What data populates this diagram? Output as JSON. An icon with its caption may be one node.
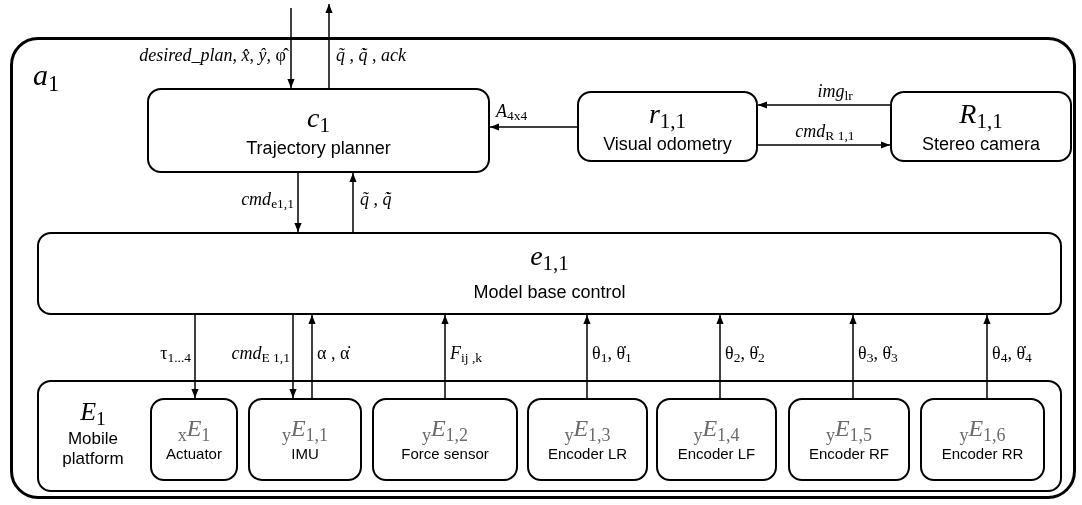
{
  "diagram": {
    "nodes": [
      {
        "text": [
          "*a*$_{1}$"
        ]
      },
      {
        "text": [
          "*c*$_{1}$",
          "Trajectory planner"
        ],
        "in": 0
      },
      {
        "text": [
          "*r*$_{1,1}$",
          "Visual odometry"
        ],
        "in": 0
      },
      {
        "text": [
          "*R*$_{1,1}$",
          "Stereo camera"
        ],
        "in": 0
      },
      {
        "text": [
          "*e*$_{1,1}$",
          "Model base control"
        ],
        "in": 0
      },
      {
        "text": [
          "*E*$_{1}$",
          "Mobile platform"
        ],
        "in": 0
      },
      {
        "text": [
          "$_{x}$*E*$_{1}$",
          "Actuator"
        ],
        "in": 5
      },
      {
        "text": [
          "$_{y}$*E*$_{1,1}$",
          "IMU"
        ],
        "in": 5
      },
      {
        "text": [
          "$_{y}$*E*$_{1,2}$",
          "Force sensor"
        ],
        "in": 5
      },
      {
        "text": [
          "$_{y}$*E*$_{1,3}$",
          "Encoder LR"
        ],
        "in": 5
      },
      {
        "text": [
          "$_{y}$*E*$_{1,4}$",
          "Encoder LF"
        ],
        "in": 5
      },
      {
        "text": [
          "$_{y}$*E*$_{1,5}$",
          "Encoder RF"
        ],
        "in": 5
      },
      {
        "text": [
          "$_{y}$*E*$_{1,6}$",
          "Encoder RR"
        ],
        "in": 5
      }
    ],
    "edges": [
      {
        "from": null,
        "to": 1,
        "arrow": "to",
        "label": "*desired_plan*, *x̂*, *ŷ*, φ̂"
      },
      {
        "from": 1,
        "to": null,
        "arrow": "to",
        "label": "*q̃* , *q̃̇* , *ack*"
      },
      {
        "from": 2,
        "to": 1,
        "arrow": "to",
        "label": "*A*$_{4x4}$"
      },
      {
        "from": 3,
        "to": 2,
        "arrow": "to",
        "label": "*img*$_{lr}$"
      },
      {
        "from": 2,
        "to": 3,
        "arrow": "to",
        "label": "*cmd*$_{R 1,1}$"
      },
      {
        "from": 1,
        "to": 4,
        "arrow": "to",
        "label": "*cmd*$_{e1,1}$"
      },
      {
        "from": 4,
        "to": 1,
        "arrow": "to",
        "label": "*q̃* , *q̃̇*"
      },
      {
        "from": 4,
        "to": 6,
        "arrow": "to",
        "label": "τ$_{1...4}$"
      },
      {
        "from": 4,
        "to": 7,
        "arrow": "to",
        "label": "*cmd*$_{E 1,1}$"
      },
      {
        "from": 7,
        "to": 4,
        "arrow": "to",
        "label": "α , α̇"
      },
      {
        "from": 8,
        "to": 4,
        "arrow": "to",
        "label": "*F*$_{ij ,k}$"
      },
      {
        "from": 9,
        "to": 4,
        "arrow": "to",
        "label": "θ$_{1}$, θ̇$_{1}$"
      },
      {
        "from": 10,
        "to": 4,
        "arrow": "to",
        "label": "θ$_{2}$, θ̇$_{2}$"
      },
      {
        "from": 11,
        "to": 4,
        "arrow": "to",
        "label": "θ$_{3}$, θ̇$_{3}$"
      },
      {
        "from": 12,
        "to": 4,
        "arrow": "to",
        "label": "θ$_{4}$, θ̇$_{4}$"
      }
    ]
  }
}
